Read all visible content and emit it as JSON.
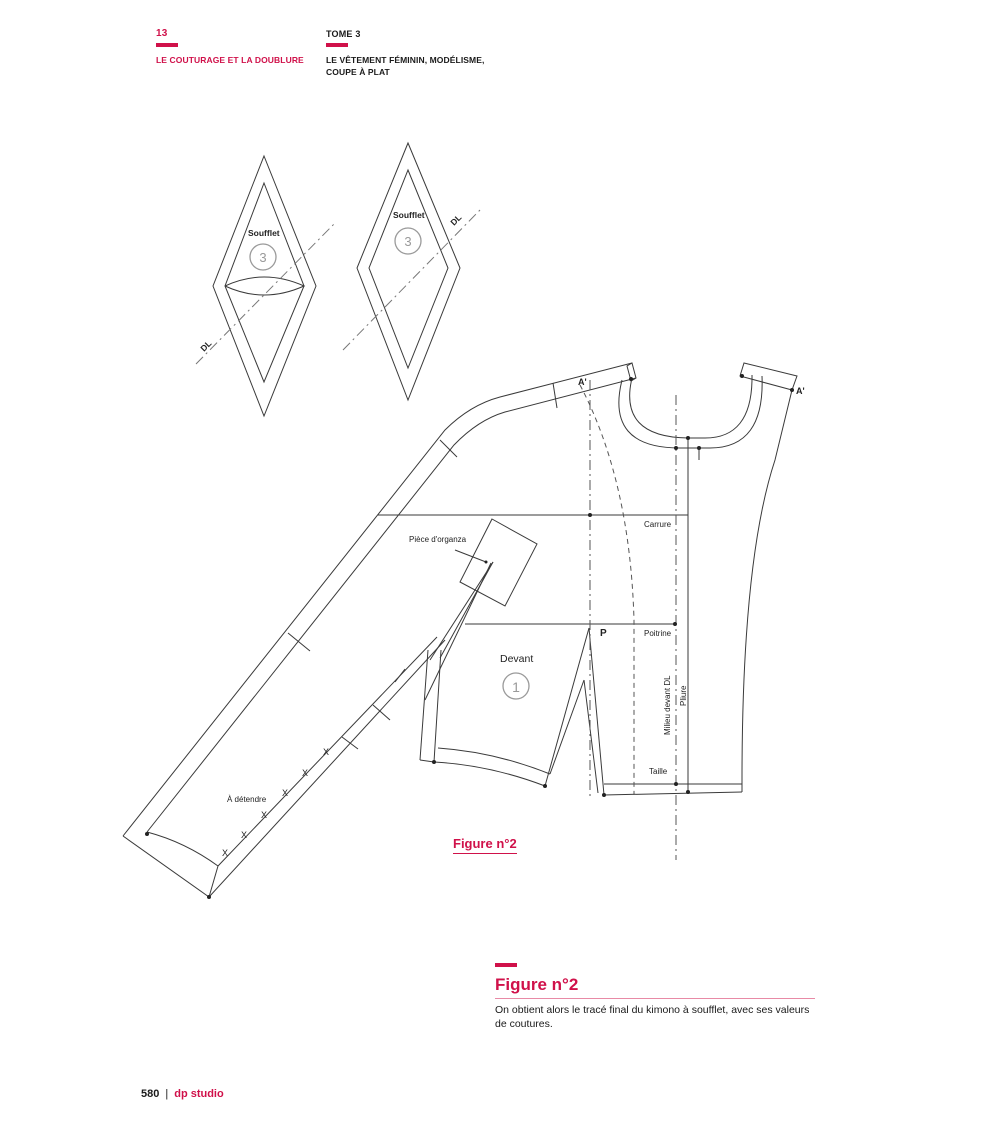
{
  "header": {
    "chapter": {
      "number": "13",
      "title": "LE COUTURAGE ET LA DOUBLURE"
    },
    "tome": {
      "number": "TOME 3",
      "title": "LE VÊTEMENT FÉMININ, MODÉLISME, COUPE À PLAT"
    }
  },
  "diagram": {
    "gusset_left": {
      "label": "Soufflet",
      "number": "3",
      "grain": "DL"
    },
    "gusset_right": {
      "label": "Soufflet",
      "number": "3",
      "grain": "DL"
    },
    "front": {
      "label": "Devant",
      "number": "1",
      "organza_label": "Pièce d'organza",
      "point_a_left": "A'",
      "point_a_right": "A'",
      "point_p": "P",
      "carrure": "Carrure",
      "poitrine": "Poitrine",
      "taille": "Taille",
      "milieu_devant": "Milieu devant DL",
      "pliure": "Pliure",
      "a_detendre": "À détendre",
      "ease_mark": "X"
    },
    "figure_label": "Figure n°2"
  },
  "caption": {
    "title": "Figure n°2",
    "text": "On obtient alors le tracé final du kimono à soufflet, avec ses valeurs de coutures."
  },
  "footer": {
    "page_number": "580",
    "separator": "|",
    "brand": "dp studio"
  },
  "colors": {
    "accent": "#d0114a",
    "line": "#3a3a3a",
    "circle": "#9a9a9a"
  }
}
